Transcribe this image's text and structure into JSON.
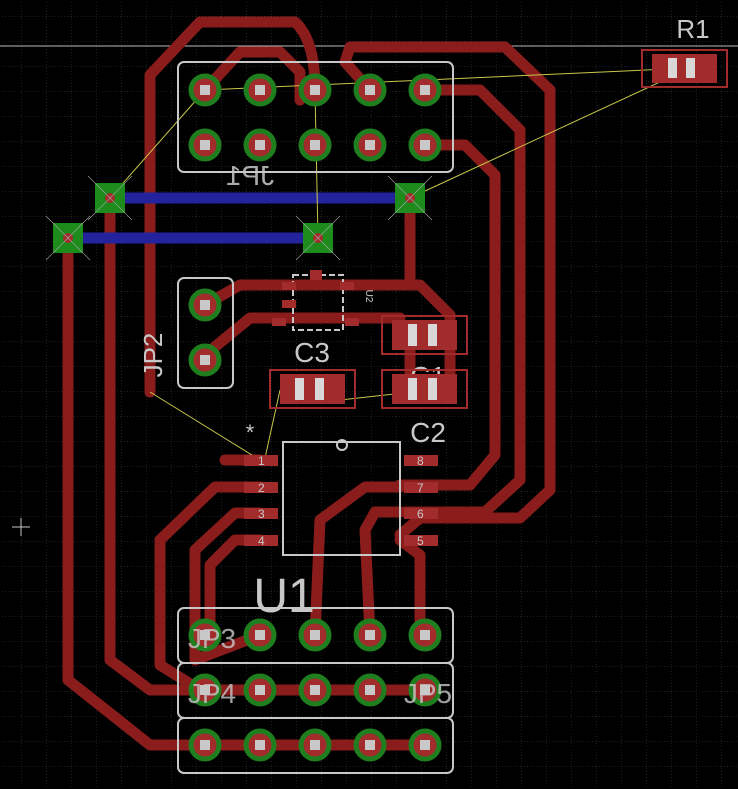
{
  "colors": {
    "background": "#000000",
    "grid": "#3a3a3a",
    "trace_top": "#8a1c1c",
    "trace_bottom": "#24239e",
    "pad": "#a22b2b",
    "drill": "#1f7f1f",
    "via": "#1d8c1d",
    "silk": "#c8c8c8",
    "airwire": "#c8c84a",
    "smd_pad": "#d8d8d8"
  },
  "labels": {
    "r1": "R1",
    "jp1": "JP1",
    "jp2": "JP2",
    "jp3": "JP3",
    "jp4": "JP4",
    "jp5": "JP5",
    "c1": "C1",
    "c2": "C2",
    "c3": "C3",
    "u1": "U1",
    "u2": "U2",
    "pin1_marker": "*",
    "pins": [
      "1",
      "2",
      "3",
      "4",
      "5",
      "6",
      "7",
      "8"
    ]
  }
}
